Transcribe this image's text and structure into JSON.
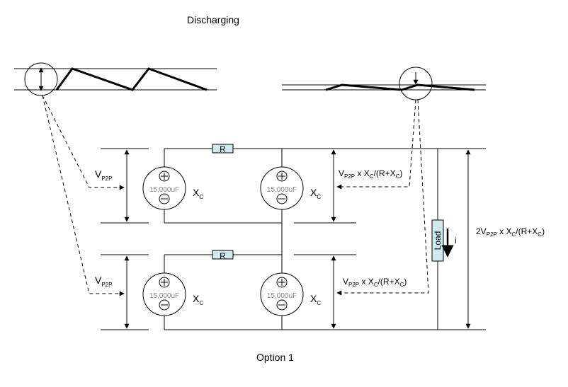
{
  "title": "Discharging",
  "caption": "Option 1",
  "resistor_label": "R",
  "load_label": "Load",
  "current_label": "i",
  "capacitance_label": "15,000uF",
  "xc": {
    "main": "X",
    "sub": "C"
  },
  "vp2p": {
    "main": "V",
    "sub": "P2P"
  },
  "vcap_label": {
    "part1": "V",
    "sub1": "P2P",
    "part2": " x X",
    "sub2": "C",
    "part3": "/(R+X",
    "sub3": "C",
    "part4": ")"
  },
  "vtotal_label": {
    "part1": "2V",
    "sub1": "P2P",
    "part2": " x X",
    "sub2": "C",
    "part3": "/(R+X",
    "sub3": "C",
    "part4": ")"
  }
}
